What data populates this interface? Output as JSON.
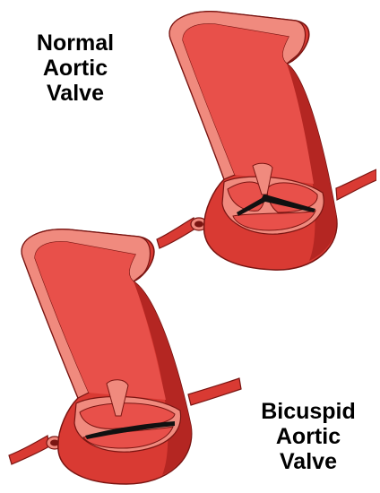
{
  "labels": {
    "normal": [
      "Normal",
      "Aortic",
      "Valve"
    ],
    "bicuspid": [
      "Bicuspid",
      "Aortic",
      "Valve"
    ]
  },
  "colors": {
    "vessel_outer": "#d93a33",
    "vessel_wall_cut": "#f08a7e",
    "vessel_inner": "#e8504a",
    "vessel_shadow": "#b42622",
    "outline": "#7a1512",
    "valve_gap": "#111111"
  },
  "icons": {
    "normal_valve": "tricuspid-aortic-valve-illustration",
    "bicuspid_valve": "bicuspid-aortic-valve-illustration"
  }
}
